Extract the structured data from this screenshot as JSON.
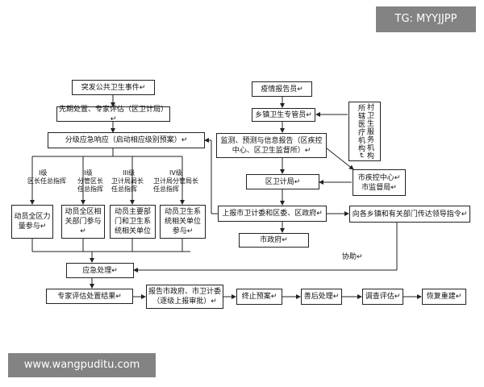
{
  "watermarks": {
    "top_right": "TG: MYYJJPP",
    "bottom_left": "www.wangpuditu.com"
  },
  "nodes": {
    "event": "突发公共卫生事件↵",
    "disposal": "先期处置、专家评估（区卫计局）↵",
    "grading": "分级应急响应（启动相应级别预案）↵",
    "level1_label": "I级",
    "level1_sub": "区长任总指挥",
    "level2_label": "II级",
    "level2_sub": "分管区长任总指挥",
    "level3_label": "III级",
    "level3_sub": "卫计局局长任总指挥",
    "level4_label": "IV级",
    "level4_sub": "卫计局分管局长任总指挥",
    "col1": "动员全区力量参与↵",
    "col2": "动员全区相关部门参与↵",
    "col3": "动员主要部门和卫生系统相关单位",
    "col4": "动员卫生系统相关单位参与↵",
    "emergency": "应急处理↵",
    "expert": "专家评估处置结果↵",
    "report_city": "报告市政府、市卫计委（逐级上报审批）↵",
    "terminate": "终止预案↵",
    "aftermath": "善后处理↵",
    "investigate": "调查评估↵",
    "rebuild": "恢复重建↵",
    "reporter": "疫情报告员↵",
    "township": "乡镇卫生专管员↵",
    "village": "村卫生服务机构所辖医疗机构↵",
    "monitor": "监测、预测与信息报告（区疾控中心、区卫生监督所）↵",
    "district_bureau": "区卫计局↵",
    "city_cdc": "市疾控中心↵市监督局↵",
    "report_up": "上报市卫计委和区委、区政府↵",
    "notify": "向各乡镇和有关部门传达领导指令↵",
    "city_gov": "市政府↵",
    "assist": "协助↵"
  }
}
